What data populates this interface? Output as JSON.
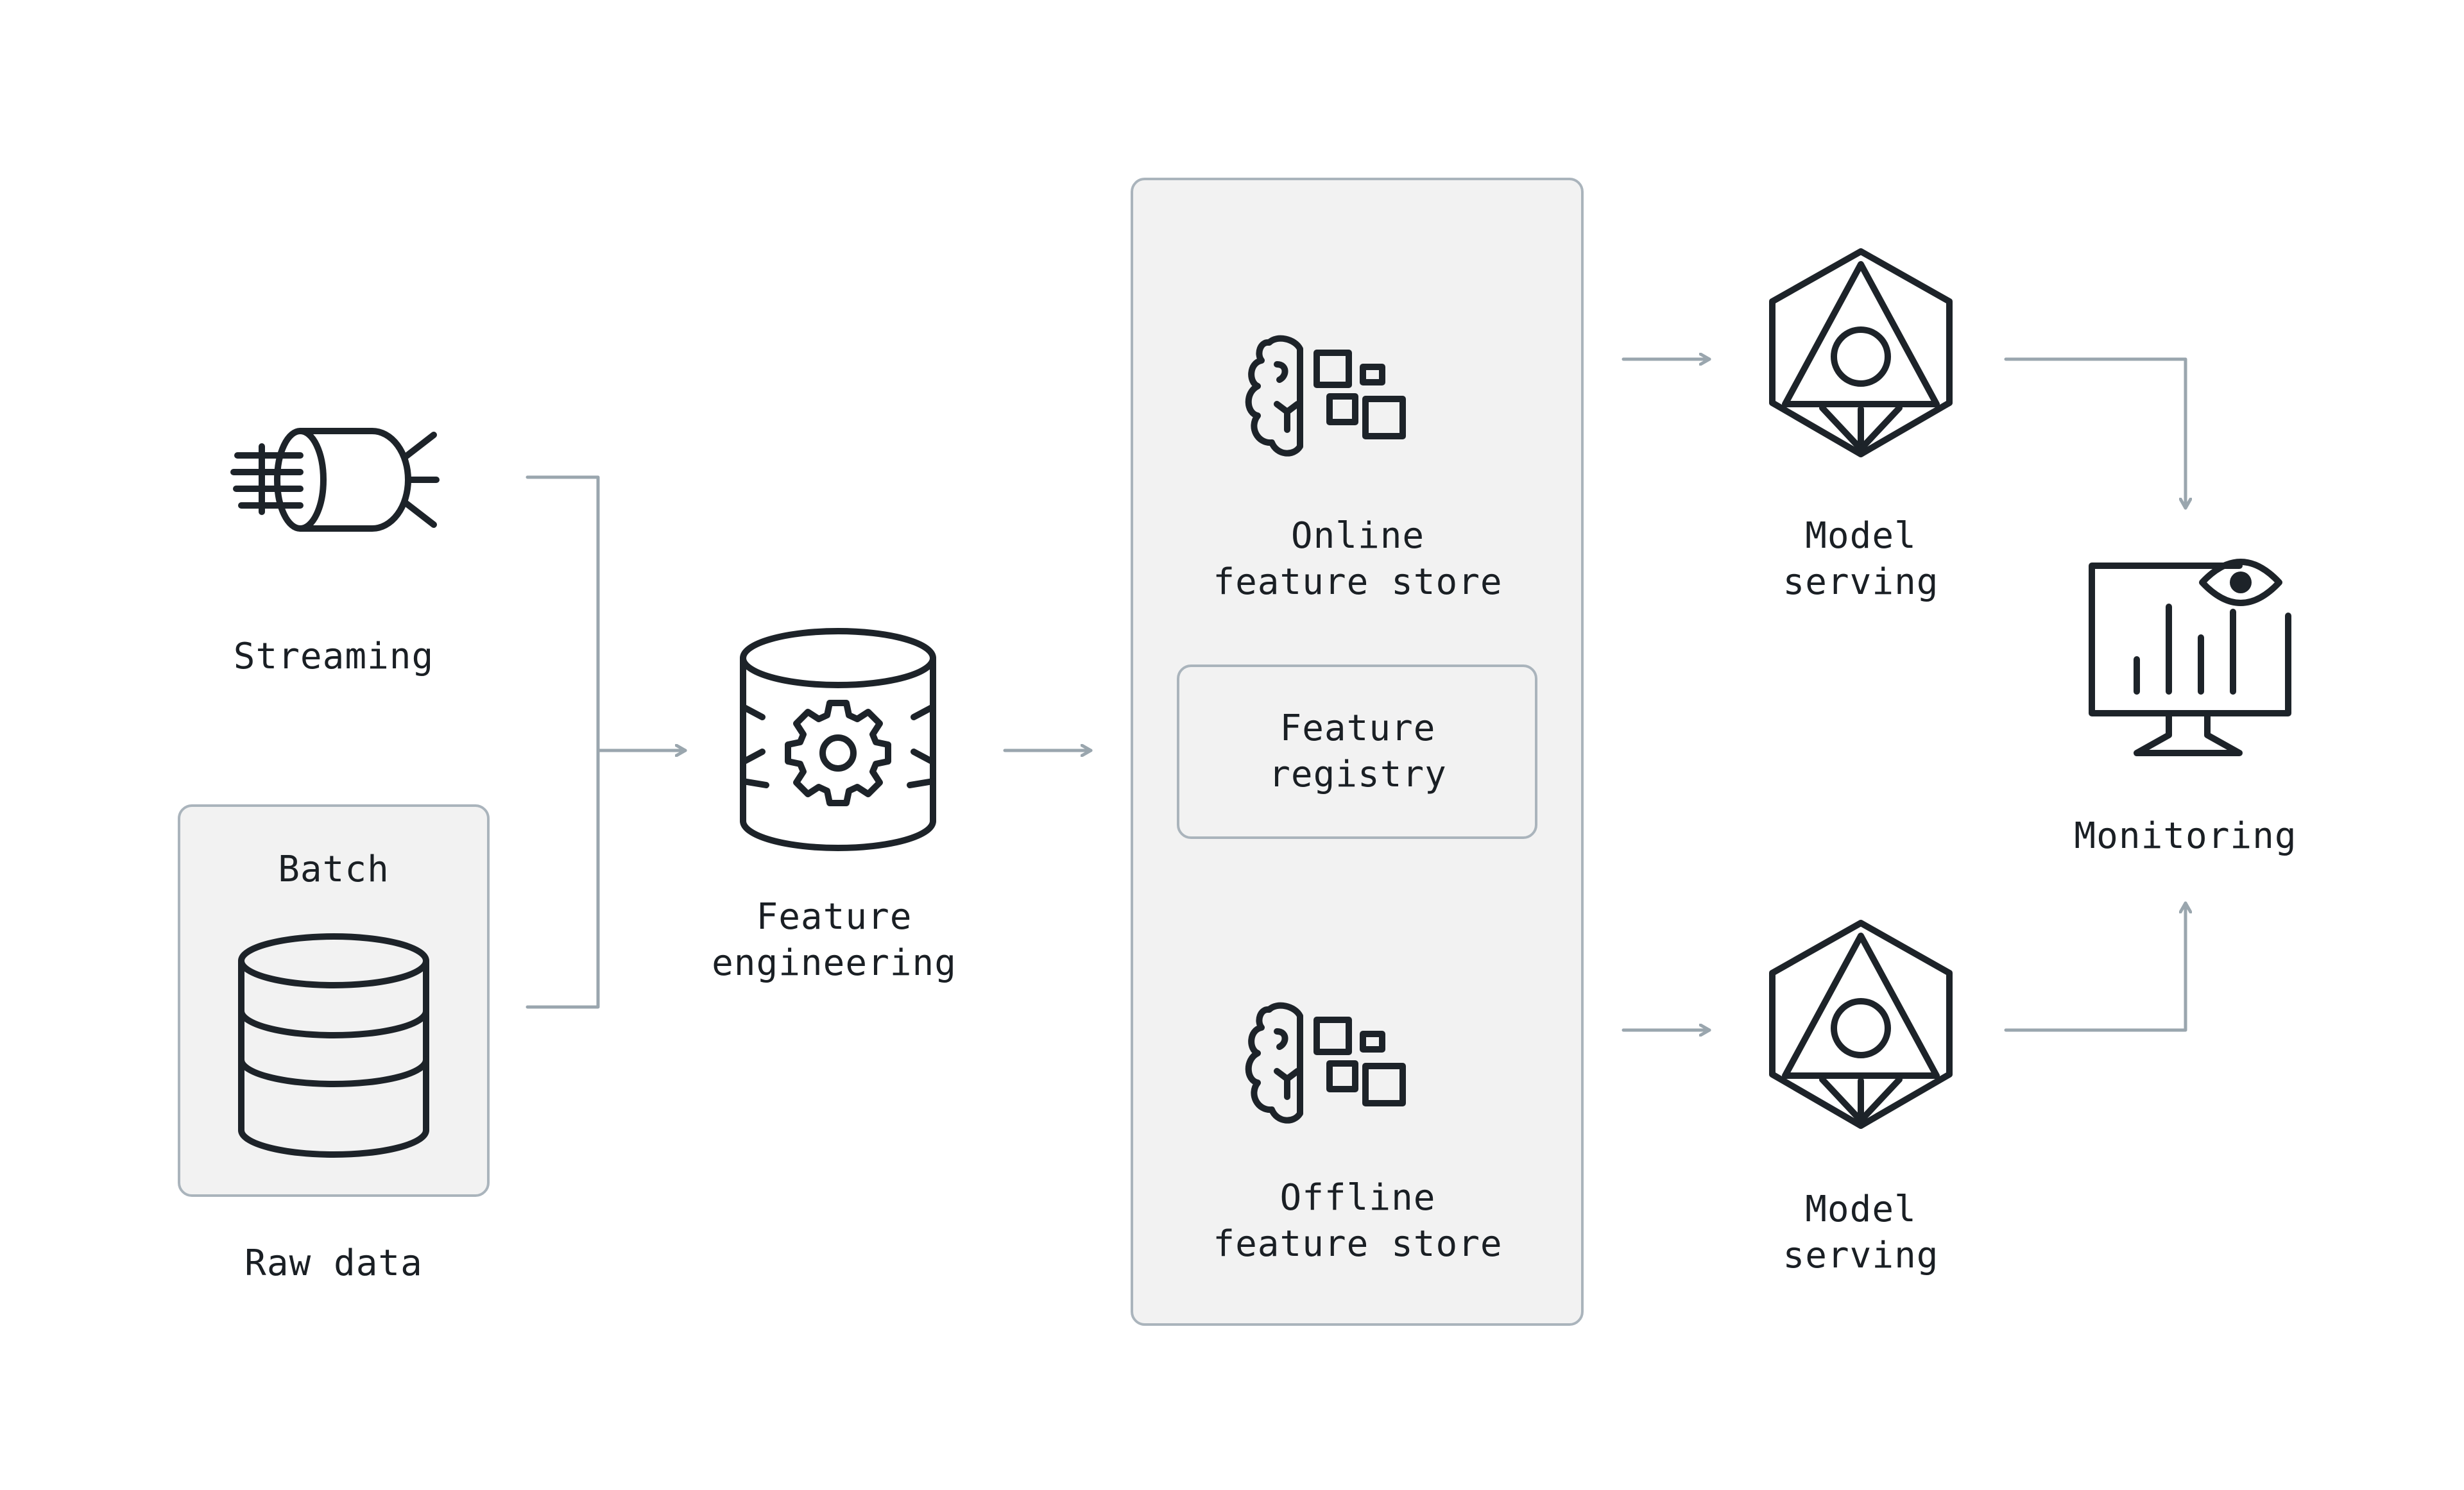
{
  "nodes": {
    "streaming": {
      "label": "Streaming",
      "icon": "streaming-icon"
    },
    "batch": {
      "label": "Batch",
      "icon": "database-icon"
    },
    "raw_data": {
      "label": "Raw data"
    },
    "feature_engineering": {
      "label_line1": "Feature",
      "label_line2": "engineering",
      "icon": "database-gear-icon"
    },
    "online_store": {
      "label_line1": "Online",
      "label_line2": "feature store",
      "icon": "brain-blocks-icon"
    },
    "feature_registry": {
      "label_line1": "Feature",
      "label_line2": "registry"
    },
    "offline_store": {
      "label_line1": "Offline",
      "label_line2": "feature store",
      "icon": "brain-blocks-icon"
    },
    "model_serving_top": {
      "label_line1": "Model",
      "label_line2": "serving",
      "icon": "model-serving-icon"
    },
    "model_serving_bottom": {
      "label_line1": "Model",
      "label_line2": "serving",
      "icon": "model-serving-icon"
    },
    "monitoring": {
      "label": "Monitoring",
      "icon": "monitor-eye-icon"
    }
  },
  "colors": {
    "icon_stroke": "#1d2329",
    "connector": "#9aa6ae",
    "box_fill": "#f2f2f2",
    "box_border": "#aab4bc",
    "text": "#1a1f24"
  }
}
